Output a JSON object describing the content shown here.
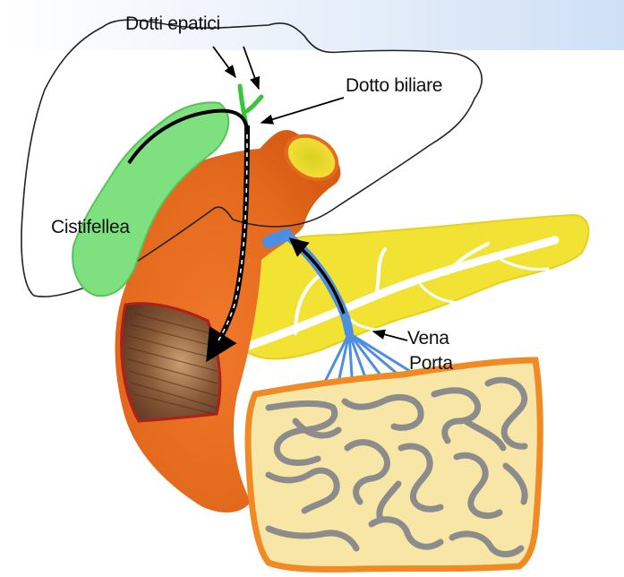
{
  "labels": {
    "hepatic_ducts": "Dotti epatici",
    "bile_duct": "Dotto biliare",
    "gallbladder": "Cistifellea",
    "portal_vein_line1": "Vena",
    "portal_vein_line2": "Porta"
  },
  "colors": {
    "liver_outline": "#222222",
    "gallbladder": "#7fe07f",
    "bile_duct": "#39c43a",
    "stomach": "#e46a1e",
    "stomach_opening": "#f6de3a",
    "pancreas": "#f2e233",
    "portal_vein": "#4c8fe0",
    "intestine_fill": "#f8e6a6",
    "intestine_border": "#f08a24",
    "intestine_loops": "#8c8c8c",
    "duodenum": "#7a4a2e"
  }
}
